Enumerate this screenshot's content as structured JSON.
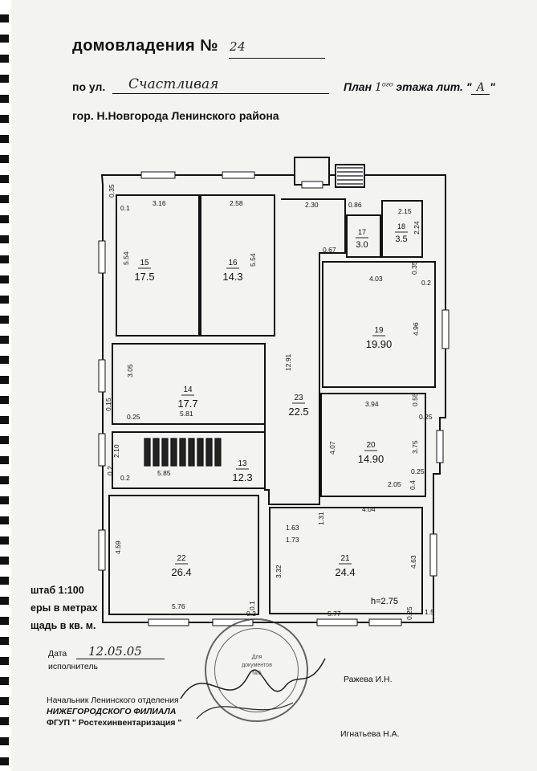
{
  "header": {
    "title": "домовладения №",
    "house_no": "24",
    "street_prefix": "по ул.",
    "street": "Счастливая",
    "plan_prefix": "План",
    "floor": "1",
    "floor_sup": "ого",
    "plan_suffix": "этажа лит.",
    "litera": "А",
    "city": "гор. Н.Новгорода Ленинского района"
  },
  "rooms": [
    {
      "no": "15",
      "area": "17.5"
    },
    {
      "no": "16",
      "area": "14.3"
    },
    {
      "no": "17",
      "area": "3.0"
    },
    {
      "no": "18",
      "area": "3.5"
    },
    {
      "no": "19",
      "area": "19.90"
    },
    {
      "no": "14",
      "area": "17.7"
    },
    {
      "no": "23",
      "area": "22.5"
    },
    {
      "no": "20",
      "area": "14.90"
    },
    {
      "no": "13",
      "area": "12.3"
    },
    {
      "no": "22",
      "area": "26.4"
    },
    {
      "no": "21",
      "area": "24.4"
    }
  ],
  "dimensions": [
    "3.16",
    "0.35",
    "0.1",
    "5.54",
    "2.58",
    "5.54",
    "2.30",
    "0.86",
    "2.15",
    "2.24",
    "0.67",
    "4.03",
    "0.35",
    "0.2",
    "4.96",
    "12.91",
    "3.05",
    "0.15",
    "0.25",
    "5.81",
    "3.94",
    "0.55",
    "0.25",
    "4.07",
    "3.75",
    "2.05",
    "0.25",
    "0.4",
    "2.10",
    "0.2",
    "0.2",
    "5.85",
    "4.04",
    "1.63",
    "1.31",
    "1.73",
    "4.59",
    "3.32",
    "4.63",
    "5.76",
    "0.1",
    "0.2",
    "5.77",
    "0.25",
    "1.5"
  ],
  "height_label": "h=2.75",
  "scale_block": {
    "scale": "штаб 1:100",
    "units": "еры в метрах",
    "area_units": "щадь в кв. м."
  },
  "footer": {
    "date_label": "Дата",
    "date_value": "12.05.05",
    "executor_label": "исполнитель",
    "executor_name": "Ражева И.Н.",
    "chief_line1": "Начальник Ленинского отделения",
    "chief_line2": "НИЖЕГОРОДСКОГО ФИЛИАЛА",
    "chief_line3": "ФГУП \" Ростехинвентаризация \"",
    "chief_name": "Игнатьева Н.А.",
    "stamp_text": "Для документов №5"
  },
  "colors": {
    "ink": "#111111",
    "paper": "#f3f3f0",
    "stamp": "#333333"
  }
}
